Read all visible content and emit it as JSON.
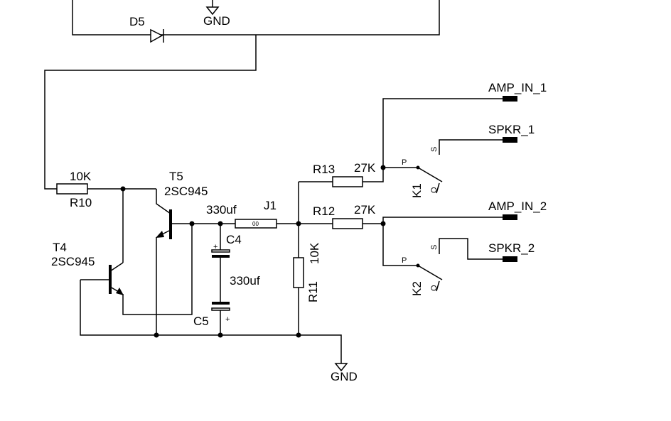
{
  "gnd_top": "GND",
  "gnd_bottom": "GND",
  "d5": "D5",
  "r10": {
    "ref": "R10",
    "value": "10K"
  },
  "r11": {
    "ref": "R11",
    "value": "10K"
  },
  "r12": {
    "ref": "R12",
    "value": "27K"
  },
  "r13": {
    "ref": "R13",
    "value": "27K"
  },
  "t4": {
    "ref": "T4",
    "part": "2SC945"
  },
  "t5": {
    "ref": "T5",
    "part": "2SC945"
  },
  "c4": {
    "ref": "C4",
    "value": "330uf",
    "plus": "+"
  },
  "c5": {
    "ref": "C5",
    "value": "330uf",
    "plus": "+"
  },
  "j1": {
    "ref": "J1",
    "body": "00"
  },
  "k1": {
    "ref": "K1",
    "p": "P",
    "s": "S",
    "o": "O"
  },
  "k2": {
    "ref": "K2",
    "p": "P",
    "s": "S",
    "o": "O"
  },
  "ports": {
    "amp_in_1": "AMP_IN_1",
    "spkr_1": "SPKR_1",
    "amp_in_2": "AMP_IN_2",
    "spkr_2": "SPKR_2"
  }
}
